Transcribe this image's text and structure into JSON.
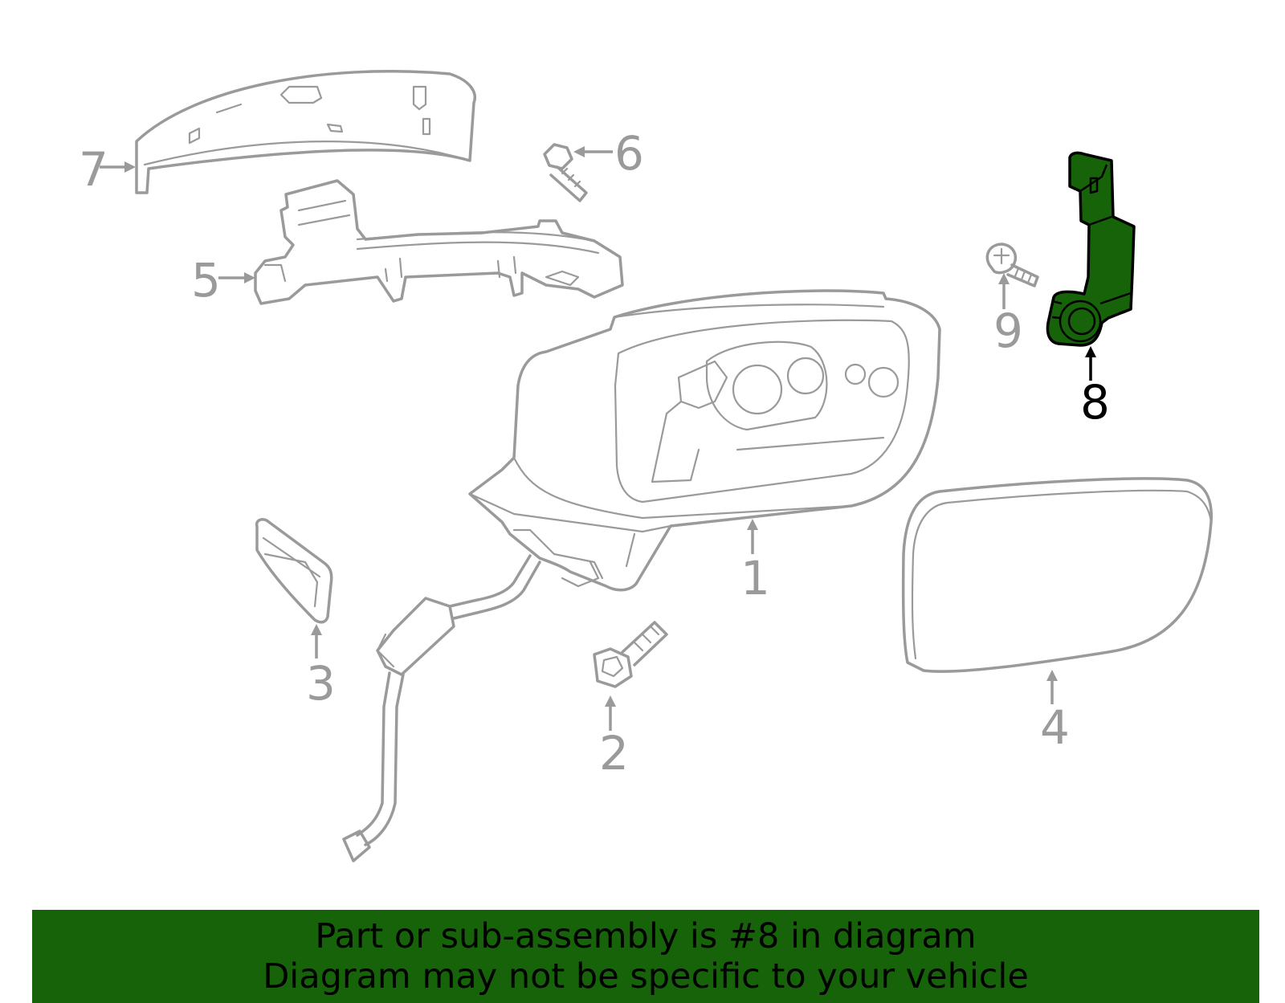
{
  "callouts": {
    "c1": "1",
    "c2": "2",
    "c3": "3",
    "c4": "4",
    "c5": "5",
    "c6": "6",
    "c7": "7",
    "c8": "8",
    "c9": "9"
  },
  "highlighted_part": "8",
  "colors": {
    "highlight_fill": "#166309",
    "part_stroke": "#9a9a9a",
    "banner_background": "#166309"
  },
  "banner": {
    "line1": "Part or sub-assembly is #8 in diagram",
    "line2": "Diagram may not be specific to your vehicle"
  }
}
